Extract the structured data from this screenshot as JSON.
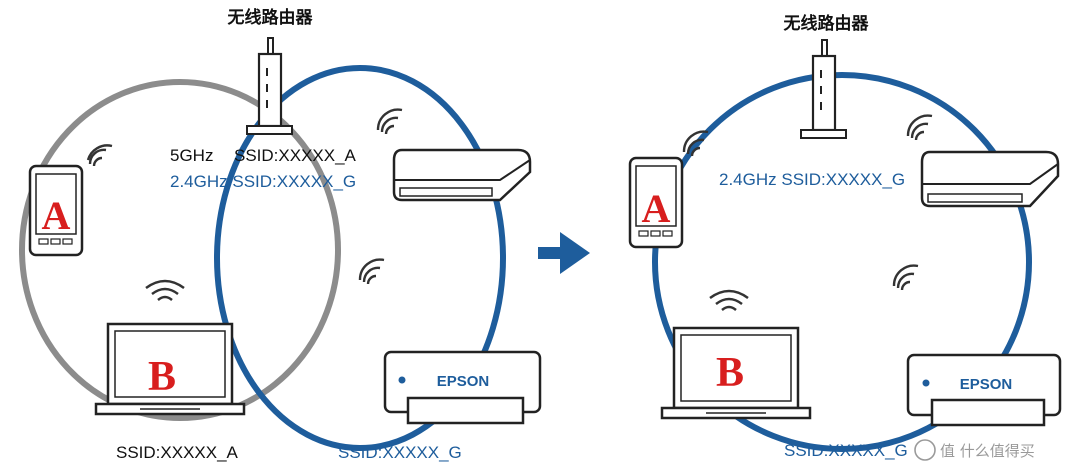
{
  "colors": {
    "gray_ring": "#8c8c8c",
    "blue_ring": "#1e5d9c",
    "blue_text": "#1e5d9c",
    "letter_red": "#d81e1e",
    "arrow": "#1e5d9c"
  },
  "left_panel": {
    "router_label": "无线路由器",
    "band_5ghz": "5GHz",
    "ssid_5ghz": "SSID:XXXXX_A",
    "ssid_24ghz_line": "2.4GHz SSID:XXXXX_G",
    "device_a_letter": "A",
    "device_b_letter": "B",
    "epson_logo": "EPSON",
    "bottom_label_gray": "SSID:XXXXX_A",
    "bottom_label_blue": "SSID:XXXXX_G"
  },
  "right_panel": {
    "router_label": "无线路由器",
    "ssid_24ghz_line": "2.4GHz SSID:XXXXX_G",
    "device_a_letter": "A",
    "device_b_letter": "B",
    "epson_logo": "EPSON",
    "bottom_label_blue": "SSID:XXXXX_G"
  },
  "watermark": "值 什么值得买",
  "icons": [
    "router-icon",
    "phone-icon",
    "laptop-icon",
    "printer-icon",
    "wifi-signal-icon",
    "arrow-right-icon"
  ]
}
